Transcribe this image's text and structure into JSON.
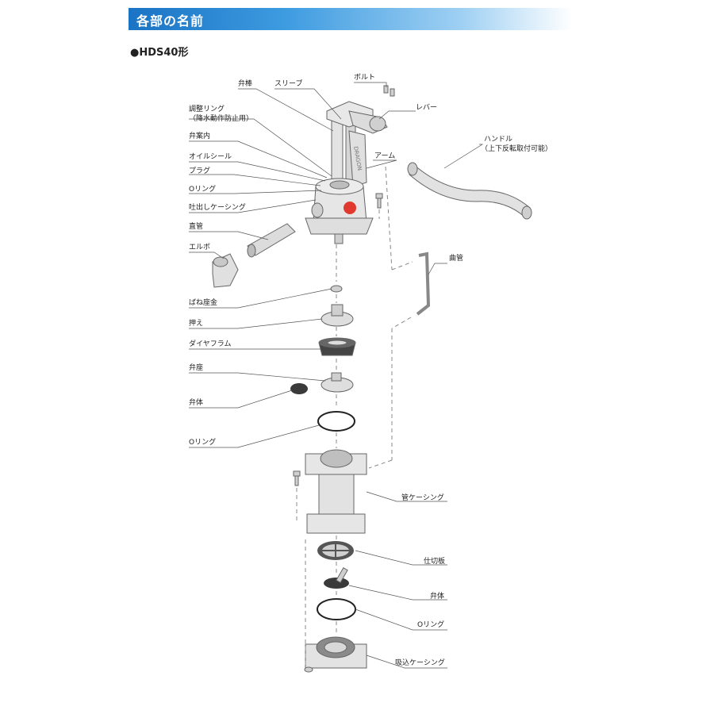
{
  "header": {
    "title": "各部の名前"
  },
  "model": {
    "label": "●HDS40形"
  },
  "labels": {
    "benbou": "弁棒",
    "sleeve": "スリーブ",
    "bolt": "ボルト",
    "lever": "レバー",
    "adjust_ring": "調整リング",
    "adjust_ring_note": "（降水動作防止用）",
    "ben_annai": "弁案内",
    "oil_seal": "オイルシール",
    "plug": "プラグ",
    "o_ring_top": "Oリング",
    "discharge_casing": "吐出しケーシング",
    "handle": "ハンドル",
    "handle_note": "（上下反転取付可能）",
    "arm": "アーム",
    "chokkan": "直管",
    "elbow": "エルボ",
    "kyokkan": "曲管",
    "spring_washer": "ばね座金",
    "osae": "押え",
    "diaphragm": "ダイヤフラム",
    "benza": "弁座",
    "bentai_upper": "弁体",
    "o_ring_mid": "Oリング",
    "pipe_casing": "管ケーシング",
    "partition": "仕切板",
    "bentai_lower": "弁体",
    "o_ring_low": "Oリング",
    "suction_casing": "吸込ケーシング"
  },
  "colors": {
    "header_start": "#1a73c4",
    "part_fill": "#e3e3e3",
    "part_dark": "#9a9a9a",
    "logo_red": "#e03a2e"
  }
}
